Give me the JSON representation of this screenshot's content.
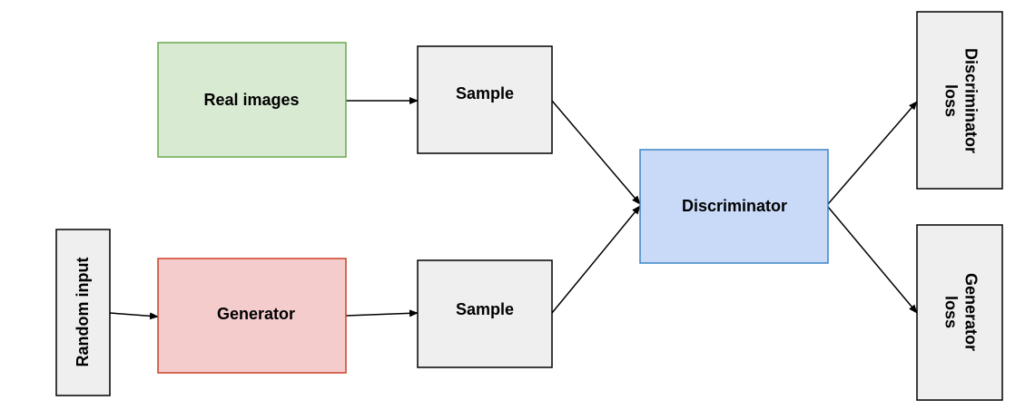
{
  "nodes": {
    "real_images": {
      "label": "Real images",
      "fill": "#d9ead3",
      "stroke": "#6aa84f"
    },
    "sample_real": {
      "label": "Sample",
      "fill": "#efefef",
      "stroke": "#000000"
    },
    "random_input": {
      "label": "Random input",
      "fill": "#efefef",
      "stroke": "#000000"
    },
    "generator": {
      "label": "Generator",
      "fill": "#f4cccc",
      "stroke": "#cc4125"
    },
    "sample_fake": {
      "label": "Sample",
      "fill": "#efefef",
      "stroke": "#000000"
    },
    "discriminator": {
      "label": "Discriminator",
      "fill": "#c9daf8",
      "stroke": "#3d85c6"
    },
    "discriminator_loss": {
      "line1": "Discriminator",
      "line2": "loss",
      "fill": "#efefef",
      "stroke": "#000000"
    },
    "generator_loss": {
      "line1": "Generator",
      "line2": "loss",
      "fill": "#efefef",
      "stroke": "#000000"
    }
  },
  "edges": [
    {
      "from": "random_input",
      "to": "generator"
    },
    {
      "from": "real_images",
      "to": "sample_real"
    },
    {
      "from": "generator",
      "to": "sample_fake"
    },
    {
      "from": "sample_real",
      "to": "discriminator"
    },
    {
      "from": "sample_fake",
      "to": "discriminator"
    },
    {
      "from": "discriminator",
      "to": "discriminator_loss"
    },
    {
      "from": "discriminator",
      "to": "generator_loss"
    }
  ]
}
